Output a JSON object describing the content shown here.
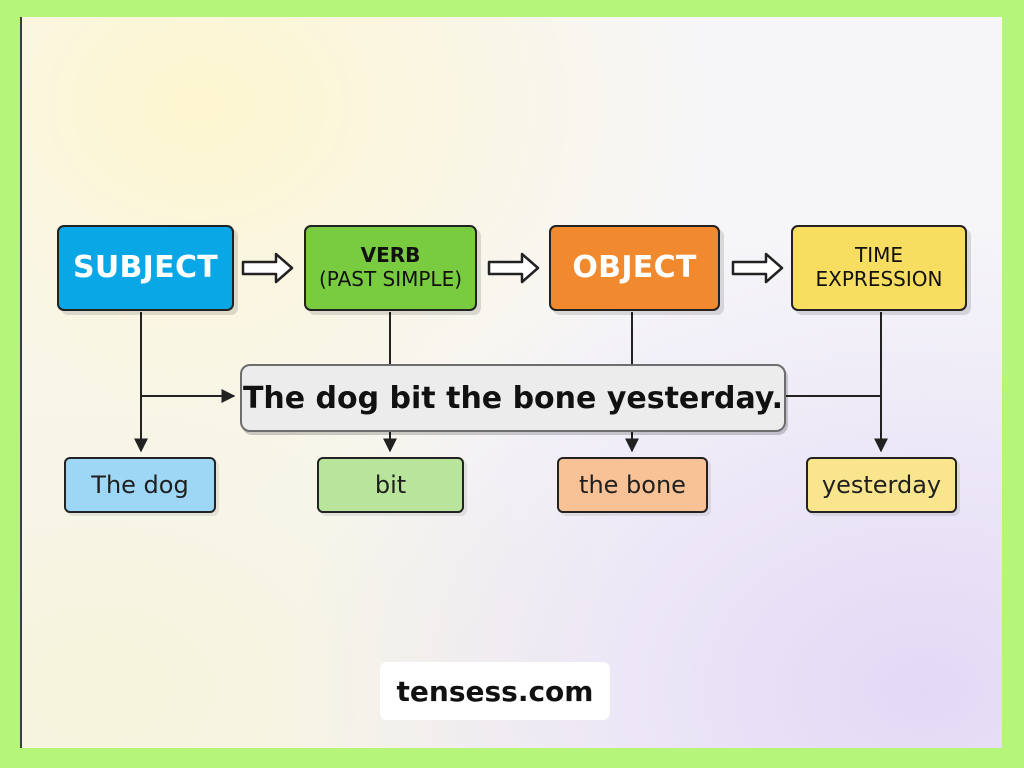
{
  "categories": [
    {
      "id": "subject",
      "lines": [
        "SUBJECT"
      ],
      "color": "#0aa7e6"
    },
    {
      "id": "verb",
      "lines": [
        "VERB",
        "(PAST SIMPLE)"
      ],
      "color": "#79cc3f"
    },
    {
      "id": "object",
      "lines": [
        "OBJECT"
      ],
      "color": "#f18a2e"
    },
    {
      "id": "time",
      "lines": [
        "TIME",
        "EXPRESSION"
      ],
      "color": "#f7dd60"
    }
  ],
  "sentence": "The dog bit the bone yesterday.",
  "answers": [
    {
      "id": "subject",
      "text": "The dog",
      "color": "#9ed7f5"
    },
    {
      "id": "verb",
      "text": "bit",
      "color": "#b9e49b"
    },
    {
      "id": "object",
      "text": "the bone",
      "color": "#f8c196"
    },
    {
      "id": "time",
      "text": "yesterday",
      "color": "#f8e58e"
    }
  ],
  "footer": "tensess.com"
}
